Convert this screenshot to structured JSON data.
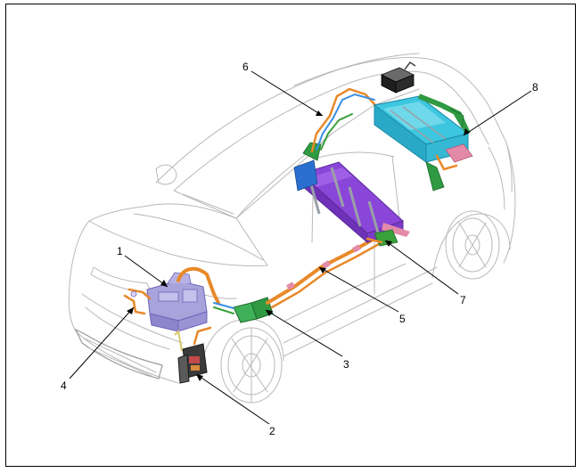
{
  "callouts": [
    {
      "id": "1",
      "label": "1"
    },
    {
      "id": "2",
      "label": "2"
    },
    {
      "id": "3",
      "label": "3"
    },
    {
      "id": "4",
      "label": "4"
    },
    {
      "id": "5",
      "label": "5"
    },
    {
      "id": "6",
      "label": "6"
    },
    {
      "id": "7",
      "label": "7"
    },
    {
      "id": "8",
      "label": "8"
    }
  ],
  "colors": {
    "car_outline": "#b9b9b9",
    "battery_purple": "#8a46d8",
    "pack_cyan": "#3cc6e0",
    "cable_orange": "#e8892a",
    "module_lavender": "#a9a3dc",
    "bracket_green": "#2f9a42",
    "charger_dark": "#2b2b2b",
    "grey_frame": "#9aa0a8"
  }
}
